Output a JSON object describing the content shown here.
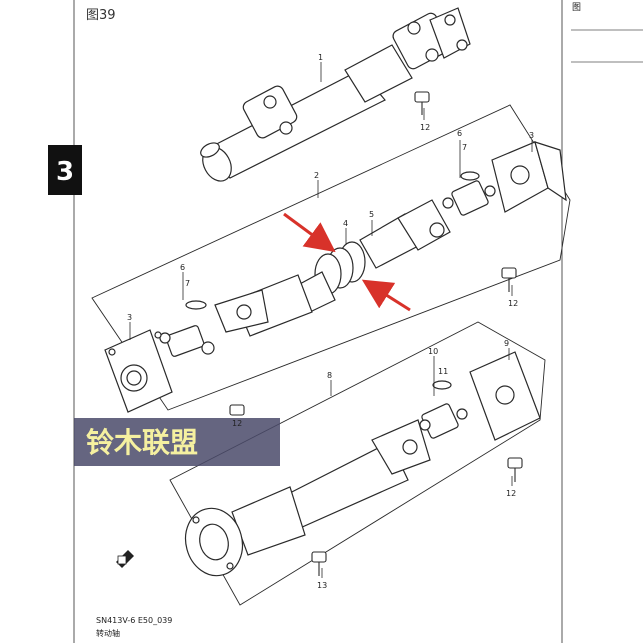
{
  "figure_label": "图39",
  "section_number": "3",
  "corner_label": "图",
  "watermark_text": "铃木联盟",
  "footer": {
    "code": "SN413V-6 E50_039",
    "caption": "转动轴"
  },
  "callouts": {
    "c1": "1",
    "c2": "2",
    "c3a": "3",
    "c3b": "3",
    "c4": "4",
    "c5": "5",
    "c6a": "6",
    "c6b": "6",
    "c7a": "7",
    "c7b": "7",
    "c8": "8",
    "c9": "9",
    "c10": "10",
    "c11": "11",
    "c12a": "12",
    "c12b": "12",
    "c12c": "12",
    "c12d": "12",
    "c13": "13"
  },
  "colors": {
    "line": "#2a2a2a",
    "arrow": "#d8322a",
    "section_box": "#111111",
    "watermark_bg": "#4a4a6a",
    "watermark_text": "#f5f0a0"
  }
}
